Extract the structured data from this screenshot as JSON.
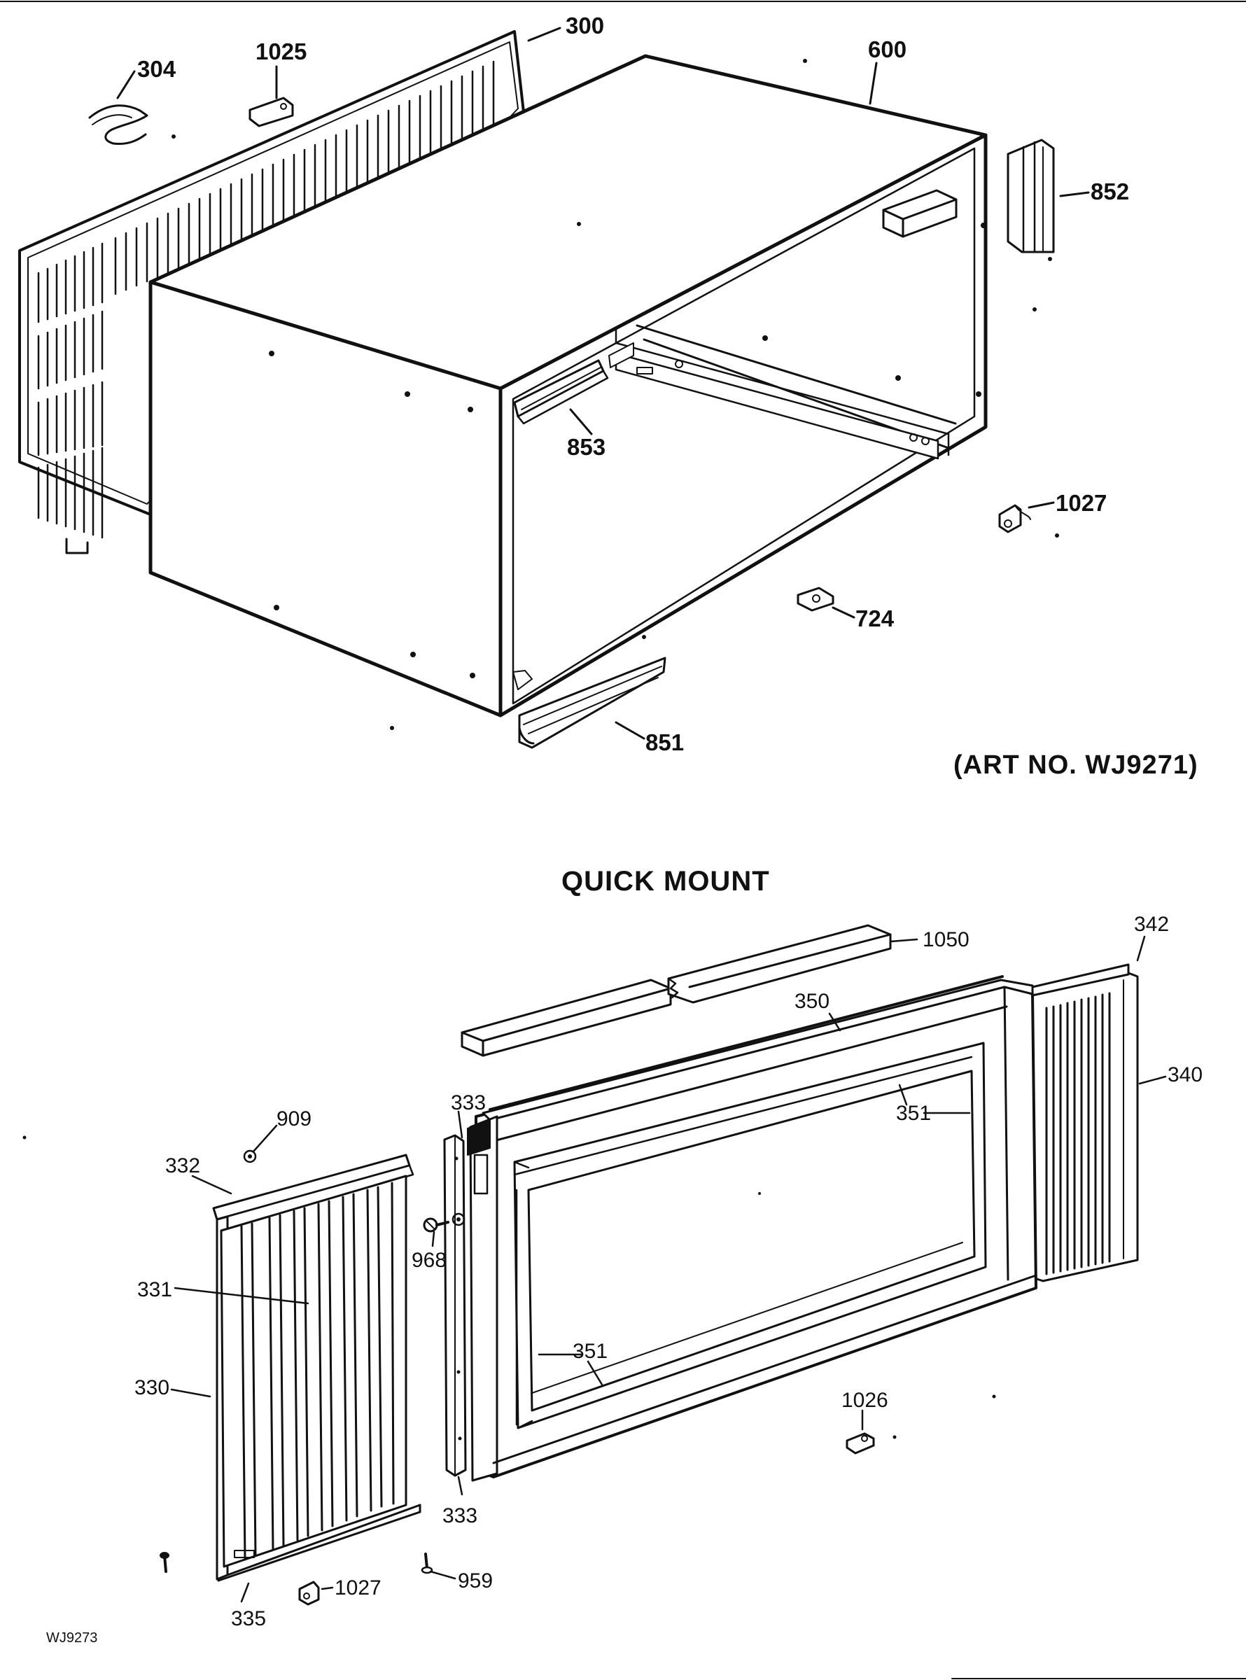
{
  "heading": "QUICK MOUNT",
  "art_number": "(ART NO. WJ9271)",
  "drawing_code": "WJ9273",
  "callouts": {
    "p300": "300",
    "p304": "304",
    "p1025": "1025",
    "p600": "600",
    "p852": "852",
    "p853": "853",
    "p1027_top": "1027",
    "p724": "724",
    "p851": "851",
    "p1050": "1050",
    "p342": "342",
    "p350": "350",
    "p340": "340",
    "p333_top": "333",
    "p351_top": "351",
    "p909": "909",
    "p332": "332",
    "p968": "968",
    "p331": "331",
    "p351_bottom": "351",
    "p330": "330",
    "p1026": "1026",
    "p333_bottom": "333",
    "p959": "959",
    "p1027_bottom": "1027",
    "p335": "335"
  },
  "colors": {
    "ink": "#111111",
    "paper": "#ffffff"
  }
}
